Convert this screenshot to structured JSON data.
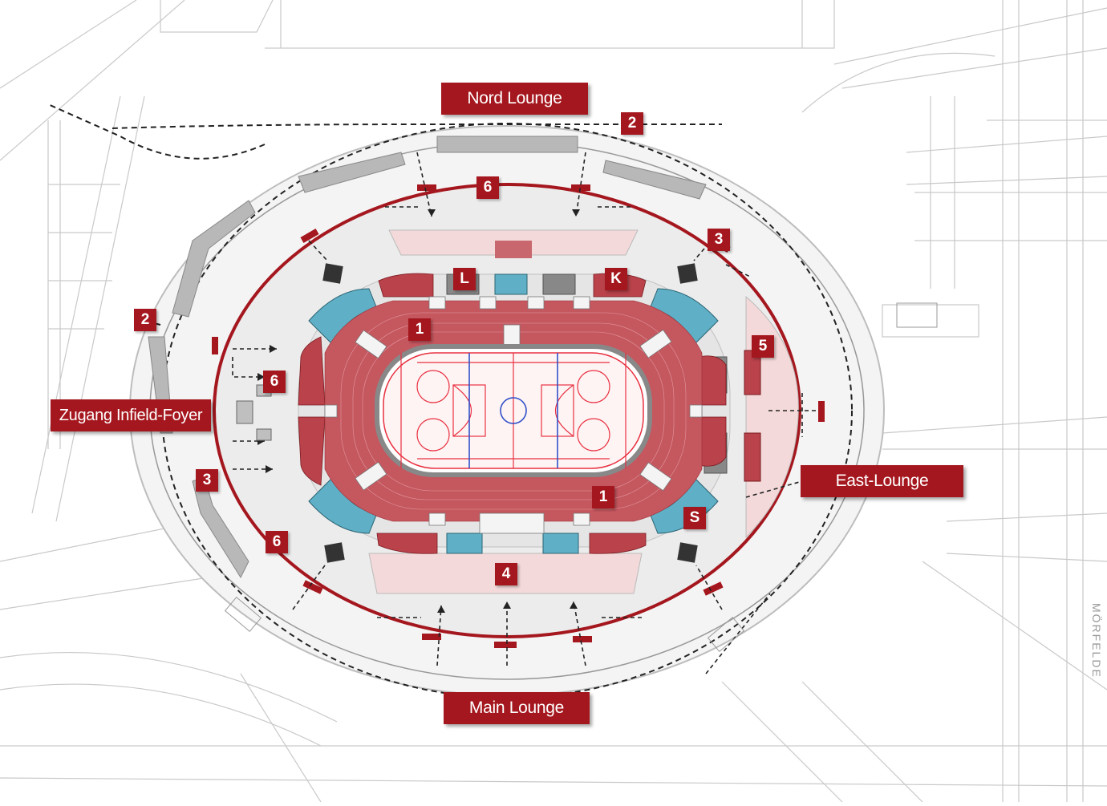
{
  "lounges": {
    "nord": "Nord Lounge",
    "main": "Main Lounge",
    "east": "East-Lounge",
    "infield": "Zugang Infield-Foyer"
  },
  "zones": {
    "one_a": "1",
    "one_b": "1",
    "two_a": "2",
    "two_b": "2",
    "three_a": "3",
    "three_b": "3",
    "four": "4",
    "five": "5",
    "six_a": "6",
    "six_b": "6",
    "six_c": "6",
    "k": "K",
    "l": "L",
    "s": "S"
  },
  "street": "MÖRFELDE",
  "colors": {
    "brand_red": "#a5171e",
    "seat_red": "#b9424b",
    "seat_light": "#d98a8f",
    "box_blue": "#5fb0c6",
    "lounge_pink": "#f3d9d9",
    "concourse": "#ececec",
    "ice_line": "#e83040",
    "ice_blue": "#3050c8"
  }
}
